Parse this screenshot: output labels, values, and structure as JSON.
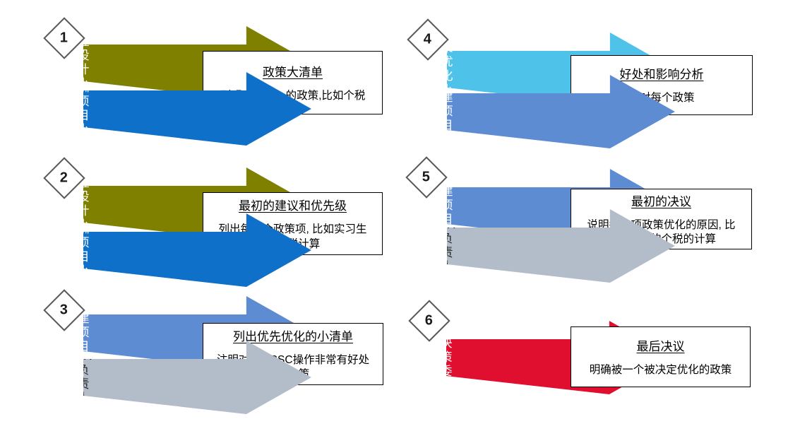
{
  "colors": {
    "olive": "#7F7F00",
    "strong_blue": "#0E70C8",
    "cornflower_blue": "#5E8CD3",
    "sky_blue": "#4FC2E9",
    "gray": "#B3BCC9",
    "red": "#E00E2F",
    "arrow_text_light": "#FFFFFF",
    "arrow_text_dark": "#262626",
    "box_border": "#000000",
    "diamond_border": "#595959"
  },
  "steps": [
    {
      "number": "1",
      "arrows": [
        {
          "label": "流程设计小组",
          "color": "#7F7F00",
          "text_color": "#FFFFFF"
        },
        {
          "label": "薪酬项目小组",
          "color": "#0E70C8",
          "text_color": "#FFFFFF"
        }
      ],
      "box": {
        "title": "政策大清单",
        "body": "列明可能统一的政策,比如个税"
      }
    },
    {
      "number": "2",
      "arrows": [
        {
          "label": "流程设计小组",
          "color": "#7F7F00",
          "text_color": "#FFFFFF"
        },
        {
          "label": "薪酬项目小组",
          "color": "#0E70C8",
          "text_color": "#FFFFFF"
        }
      ],
      "box": {
        "title": "最初的建议和优先级",
        "body": "列出每一个政策项, 比如实习生\n的个税计算"
      }
    },
    {
      "number": "3",
      "arrows": [
        {
          "label": "搭建项目组",
          "color": "#5E8CD3",
          "text_color": "#FFFFFF"
        },
        {
          "label": "地方HR负责人\n小组",
          "color": "#B3BCC9",
          "text_color": "#262626"
        }
      ],
      "box": {
        "title": "列出优先优化的小清单",
        "body": "注明对IT和SSC操作非常有好处\n的政策"
      }
    },
    {
      "number": "4",
      "arrows": [
        {
          "label": "政策优化小组",
          "color": "#4FC2E9",
          "text_color": "#FFFFFF"
        },
        {
          "label": "搭建项目组",
          "color": "#5E8CD3",
          "text_color": "#FFFFFF"
        }
      ],
      "box": {
        "title": "好处和影响分析",
        "body": "针对每个政策"
      }
    },
    {
      "number": "5",
      "arrows": [
        {
          "label": "搭建项目组",
          "color": "#5E8CD3",
          "text_color": "#FFFFFF"
        },
        {
          "label": "地方HR负责人\n小组",
          "color": "#B3BCC9",
          "text_color": "#262626"
        }
      ],
      "box": {
        "title": "最初的决议",
        "body": "说明每一项政策优化的原因, 比\n如实习生的个税的计算"
      }
    },
    {
      "number": "6",
      "arrows": [
        {
          "label": "政策决策\n委员会",
          "color": "#E00E2F",
          "text_color": "#FFFFFF"
        }
      ],
      "box": {
        "title": "最后决议",
        "body": "明确被一个被决定优化的政策"
      }
    }
  ]
}
